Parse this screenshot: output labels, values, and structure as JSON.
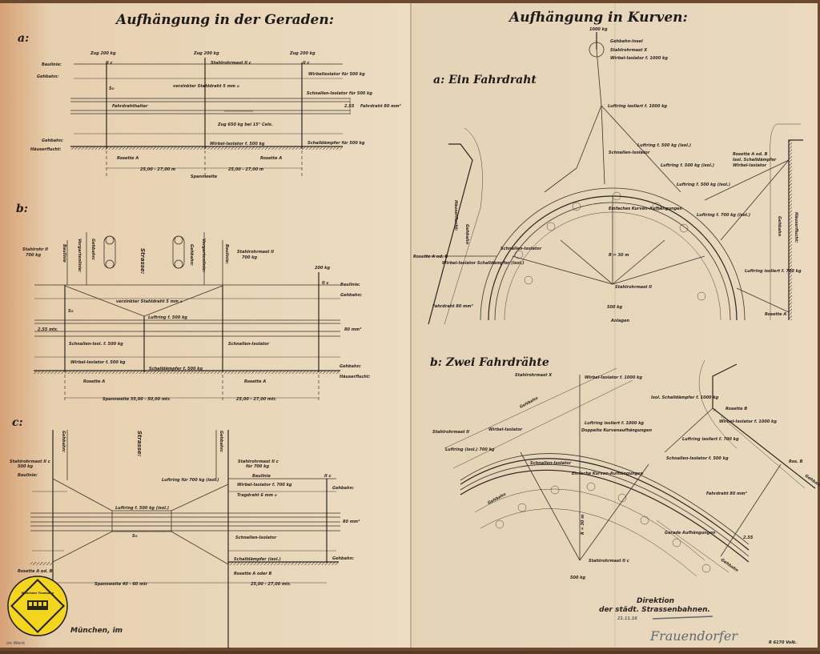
{
  "left_page": {
    "title": "Aufhängung in der Geraden:",
    "section_a": {
      "label": "a:",
      "baulinie": "Baulinie:",
      "gehbahn_top": "Gehbahn:",
      "gehbahn_bottom": "Gehbahn:",
      "haeuserflucht": "Häuserflucht:",
      "zug_left": "Zug 200 kg",
      "zug_mid": "Zug 200 kg",
      "zug_right": "Zug 200 kg",
      "mast_left": "II c",
      "mast_mid": "Stahlrohrmast II c",
      "mast_right": "II c",
      "wirbel_top": "Wirbelisolator für 500 kg",
      "stahldraht": "verzinkter Stahldraht 5 mm ⌀",
      "schnallen": "Schnallen-Isolator für 500 kg",
      "fahrdrahthalter": "Fahrdrahthalter",
      "height": "2.55",
      "fahrdraht": "Fahrdraht 80 mm²",
      "zug_temp": "Zug 650 kg bei 15° Cels.",
      "wirbel_bottom": "Wirbel-Isolator f. 500 kg",
      "schalldaempfer": "Schalldämpfer für 500 kg",
      "rosette_left": "Rosette A",
      "rosette_right": "Rosette A",
      "sag": "5⌀",
      "span_left": "25,00 - 27,00 m",
      "span_right": "25,00 - 27,00 m",
      "spannweite": "Spannweite"
    },
    "section_b": {
      "label": "b:",
      "mast_left": "Stahlrohr II",
      "mast_left_load": "700 kg",
      "mast_right": "Stahlrohrmast II",
      "mast_right_load": "700 kg",
      "baulinie_v1": "Baulinie",
      "vorgarten_v1": "Vorgartenlinie:",
      "gehbahn_v1": "Gehbahn:",
      "strasse": "Strasse:",
      "gehbahn_v2": "Gehbahn:",
      "vorgarten_v2": "Vorgartenlinie:",
      "baulinie_v2": "Baulinie:",
      "load_top": "200 kg",
      "mast_far": "II c",
      "baulinie": "Baulinie:",
      "gehbahn_top": "Gehbahn:",
      "stahldraht": "verzinkter Stahldraht 5 mm ⌀",
      "luftring": "Luftring f. 500 kg",
      "height": "2.55 mtr.",
      "fahrdraht": "80 mm²",
      "schnallen_left": "Schnallen-Isol. f. 500 kg",
      "schnallen_right": "Schnallen-Isolator",
      "wirbel": "Wirbel-Isolator f. 500 kg",
      "schalldaempfer": "Schalldämpfer f. 500 kg",
      "gehbahn_bottom": "Gehbahn:",
      "haeuserflucht": "Häuserflucht:",
      "rosette_left": "Rosette A",
      "rosette_right": "Rosette A",
      "sag": "5⌀",
      "span_left": "Spannweite 35,00 - 50,00 mtr.",
      "span_right": "25,00 - 27,00 mtr."
    },
    "section_c": {
      "label": "c:",
      "mast_left": "Stahlrohrmast II c",
      "mast_left_load": "500 kg",
      "baulinie_left": "Baulinie:",
      "gehbahn_v1": "Gehbahn:",
      "strasse": "Strasse:",
      "gehbahn_v2": "Gehbahn:",
      "mast_right": "Stahlrohrmast II c",
      "mast_right_load": "für 700 kg",
      "baulinie_right": "Baulinie",
      "mast_far": "II c",
      "luftring_top": "Luftring für 700 kg (isol.)",
      "wirbel": "Wirbel-Isolator f. 700 kg",
      "tragdraht": "Tragdraht 6 mm ⌀",
      "gehbahn_top": "Gehbahn:",
      "luftring_mid": "Luftring f. 500 kg (isol.)",
      "fahrdraht": "80 mm²",
      "schnallen": "Schnallen-Isolator",
      "schalldaempfer": "Schalldämpfer (isol.)",
      "gehbahn_bottom": "Gehbahn:",
      "rosette_left": "Rosette A od. B",
      "rosette_right": "Rosette A oder B",
      "sag": "5⌀",
      "span_left": "Spannweite 40 - 60 mtr",
      "span_right": "25,00 - 27,00 mtr."
    },
    "footer": {
      "place": "München, im",
      "handwritten": "im Werk"
    }
  },
  "right_page": {
    "title": "Aufhängung in Kurven:",
    "section_a": {
      "label": "a: Ein Fahrdraht",
      "load_top": "1000 kg",
      "gehbahn_insel": "Gehbahn-Insel",
      "mast": "Stahlrohrmast X",
      "wirbel": "Wirbel-Isolator f. 1000 kg",
      "luftring_top": "Luftring isoliert f. 1000 kg",
      "luftring_1": "Luftring f. 500 kg (isol.)",
      "luftring_2": "Luftring f. 500 kg (isol.)",
      "luftring_3": "Luftring f. 500 kg (isol.)",
      "luftring_4": "Luftring f. 700 kg (isol.)",
      "rosette_ab_right": "Rosette A od. B",
      "schalldaempfer": "Isol. Schalldämpfer",
      "wirbel_right": "Wirbel-Isolator",
      "schnallen": "Schnallen-Isolator",
      "einfaches": "Einfaches Kurven-Aufhängungen",
      "haeuserflucht_left": "Häuserflucht:",
      "gehbahn_left": "Gehbahn",
      "haeuserflucht_right": "Häuserflucht:",
      "gehbahn_right": "Gehbahn",
      "rosette_ab_left": "Rosette A od. B",
      "wirbel_left": "Wirbel-Isolator Schalldämpfer (isol.)",
      "schnallen_left": "Schnallen-Isolator",
      "fahrdraht": "Fahrdraht 80 mm²",
      "radius": "R = 30 m",
      "mast_bottom": "Stahlrohrmast II",
      "load_bottom": "500 kg",
      "anlagen": "Anlagen",
      "luftring_right": "Luftring isoliert f. 700 kg",
      "rosette_a": "Rosette A"
    },
    "section_b": {
      "label": "b: Zwei Fahrdrähte",
      "mast_top": "Stahlrohrmast X",
      "wirbel_top": "Wirbel-Isolator f. 1000 kg",
      "gehbahn_top": "Gehbahn",
      "schalldaempfer": "Isol. Schalldämpfer f. 1000 kg",
      "rosette_b": "Rosette B",
      "wirbel_right": "Wirbel-Isolator f. 1000 kg",
      "mast_left": "Stahlrohrmast II",
      "wirbel_left": "Wirbel-Isolator",
      "luftring_left": "Luftring (isol.) 700 kg",
      "luftring_top": "Luftring isoliert f. 1000 kg",
      "doppelte": "Doppelte Kurvenaufhängungen",
      "luftring_right": "Luftring isoliert f. 700 kg",
      "schnallen_left": "Schnallen-Isolator",
      "schnallen_right": "Schnallen-Isolator f. 500 kg",
      "einfache": "Einfache Kurven-Aufhängungen",
      "fahrdraht": "Fahrdraht 80 mm²",
      "radius": "R = 30 m",
      "gerade": "Gerade Aufhängungen",
      "mast_bottom": "Stahlrohrmast II c",
      "load_bottom": "500 kg",
      "gehbahn_left": "Gehbahn",
      "gehbahn_right": "Gehbahn",
      "gehbahn_br": "Gehbahn",
      "rosette_br": "Ros. B",
      "height": "2.55"
    },
    "footer": {
      "direktion": "Direktion",
      "strassenbahnen": "der städt. Strassenbahnen.",
      "date": "21.11.16",
      "signature": "Frauendorfer",
      "ref": "R 6170 Volk."
    }
  },
  "stamp": {
    "text": "Münchner Trambahn"
  },
  "colors": {
    "paper": "#e9dcc3",
    "paper_left_edge": "#d9a77a",
    "ink": "#2b2420",
    "stamp_yellow": "#f2d51c"
  }
}
